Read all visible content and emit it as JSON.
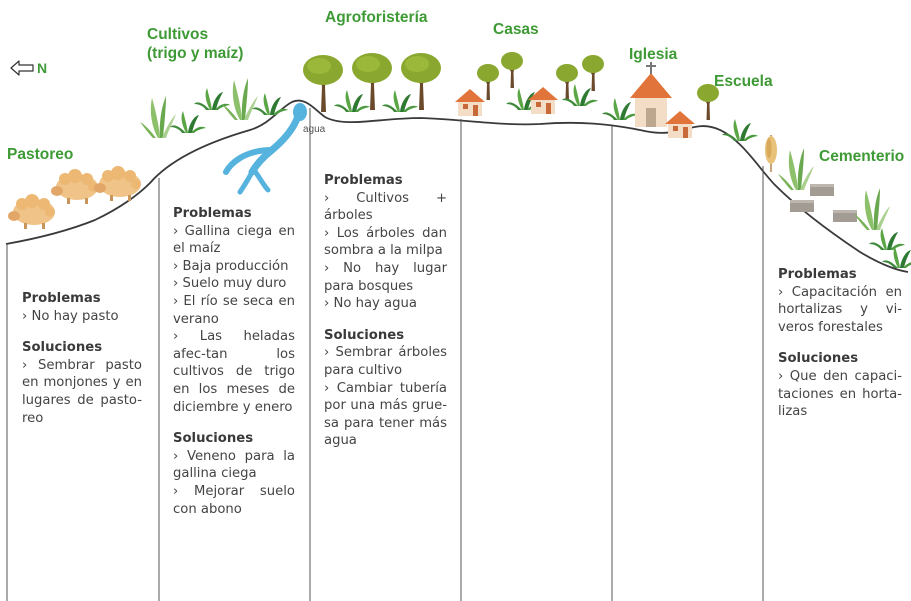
{
  "north_label": "N",
  "water_label": "agua",
  "zones": [
    {
      "id": "pastoreo",
      "label": "Pastoreo"
    },
    {
      "id": "cultivos",
      "label_line1": "Cultivos",
      "label_line2": "(trigo y maíz)"
    },
    {
      "id": "agroforesteria",
      "label": "Agroforistería"
    },
    {
      "id": "casas",
      "label": "Casas"
    },
    {
      "id": "iglesia",
      "label": "Iglesia"
    },
    {
      "id": "escuela",
      "label": "Escuela"
    },
    {
      "id": "cementerio",
      "label": "Cementerio"
    }
  ],
  "columns": [
    {
      "problems_heading": "Problemas",
      "problems": [
        "› No hay pasto"
      ],
      "solutions_heading": "Soluciones",
      "solutions": [
        "› Sembrar pasto en monjones y en lugares de pasto-reo"
      ]
    },
    {
      "problems_heading": "Problemas",
      "problems": [
        "› Gallina ciega en el maíz",
        "› Baja producción",
        "› Suelo muy duro",
        "› El río se seca en verano",
        "› Las heladas afec-tan los cultivos de trigo en los meses de diciembre y enero"
      ],
      "solutions_heading": "Soluciones",
      "solutions": [
        "› Veneno para la gallina ciega",
        "› Mejorar suelo con abono"
      ]
    },
    {
      "problems_heading": "Problemas",
      "problems": [
        "› Cultivos + árboles",
        "› Los árboles dan sombra a la milpa",
        "› No hay lugar para bosques",
        "› No hay agua"
      ],
      "solutions_heading": "Soluciones",
      "solutions": [
        "› Sembrar árboles para cultivo",
        "› Cambiar tubería por una más grue-sa para tener más agua"
      ]
    },
    {
      "problems_heading": "Problemas",
      "problems": [
        "› Capacitación en hortalizas y vi-veros forestales"
      ],
      "solutions_heading": "Soluciones",
      "solutions": [
        "› Que den capaci-taciones en horta-lizas"
      ]
    }
  ],
  "colors": {
    "label_green": "#3e9a35",
    "water": "#55b3dd",
    "text": "#444444"
  }
}
